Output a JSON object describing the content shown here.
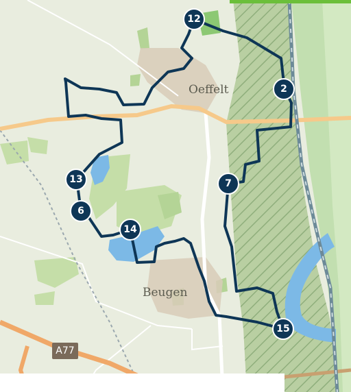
{
  "map": {
    "places": {
      "oeffelt": "Oeffelt",
      "beugen": "Beugen"
    },
    "road_badge": "A77",
    "markers": [
      "12",
      "2",
      "13",
      "7",
      "6",
      "14",
      "15"
    ],
    "colors": {
      "route": "#0e3656",
      "water": "#7cb9e6",
      "forest": "#c5dea8",
      "hatched_area": "#a9c494",
      "main_road": "#f6c98a",
      "highway": "#f0a868",
      "railway": "#6c8a98",
      "village": "#d8cbb9",
      "background": "#e9eddf"
    }
  }
}
